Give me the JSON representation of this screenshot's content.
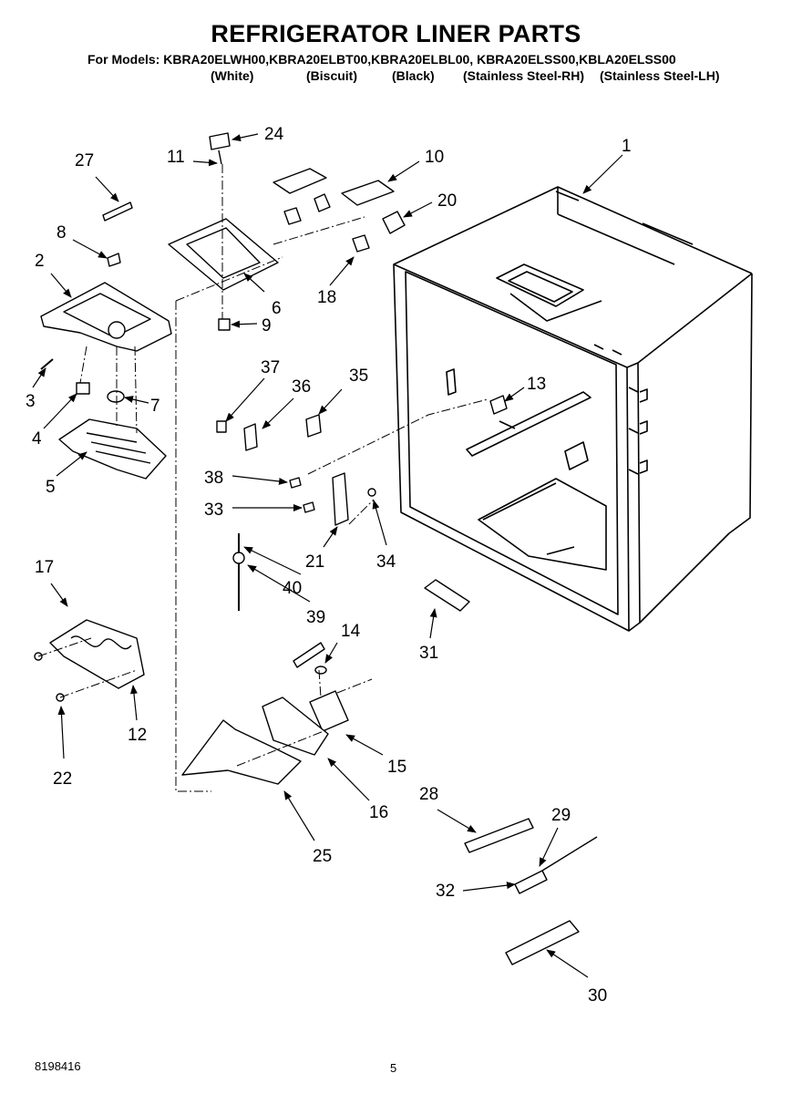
{
  "header": {
    "title": "REFRIGERATOR LINER PARTS",
    "models_line": "For Models: KBRA20ELWH00,KBRA20ELBT00,KBRA20ELBL00, KBRA20ELSS00,KBLA20ELSS00",
    "variants": [
      "(White)",
      "(Biscuit)",
      "(Black)",
      "(Stainless Steel-RH)",
      "(Stainless Steel-LH)"
    ]
  },
  "callouts": [
    "1",
    "2",
    "3",
    "4",
    "5",
    "6",
    "7",
    "8",
    "9",
    "10",
    "11",
    "12",
    "13",
    "14",
    "15",
    "16",
    "17",
    "18",
    "20",
    "21",
    "22",
    "24",
    "25",
    "27",
    "28",
    "29",
    "30",
    "31",
    "32",
    "33",
    "34",
    "35",
    "36",
    "37",
    "38",
    "39",
    "40"
  ],
  "footer": {
    "doc_number": "8198416",
    "page_number": "5"
  }
}
